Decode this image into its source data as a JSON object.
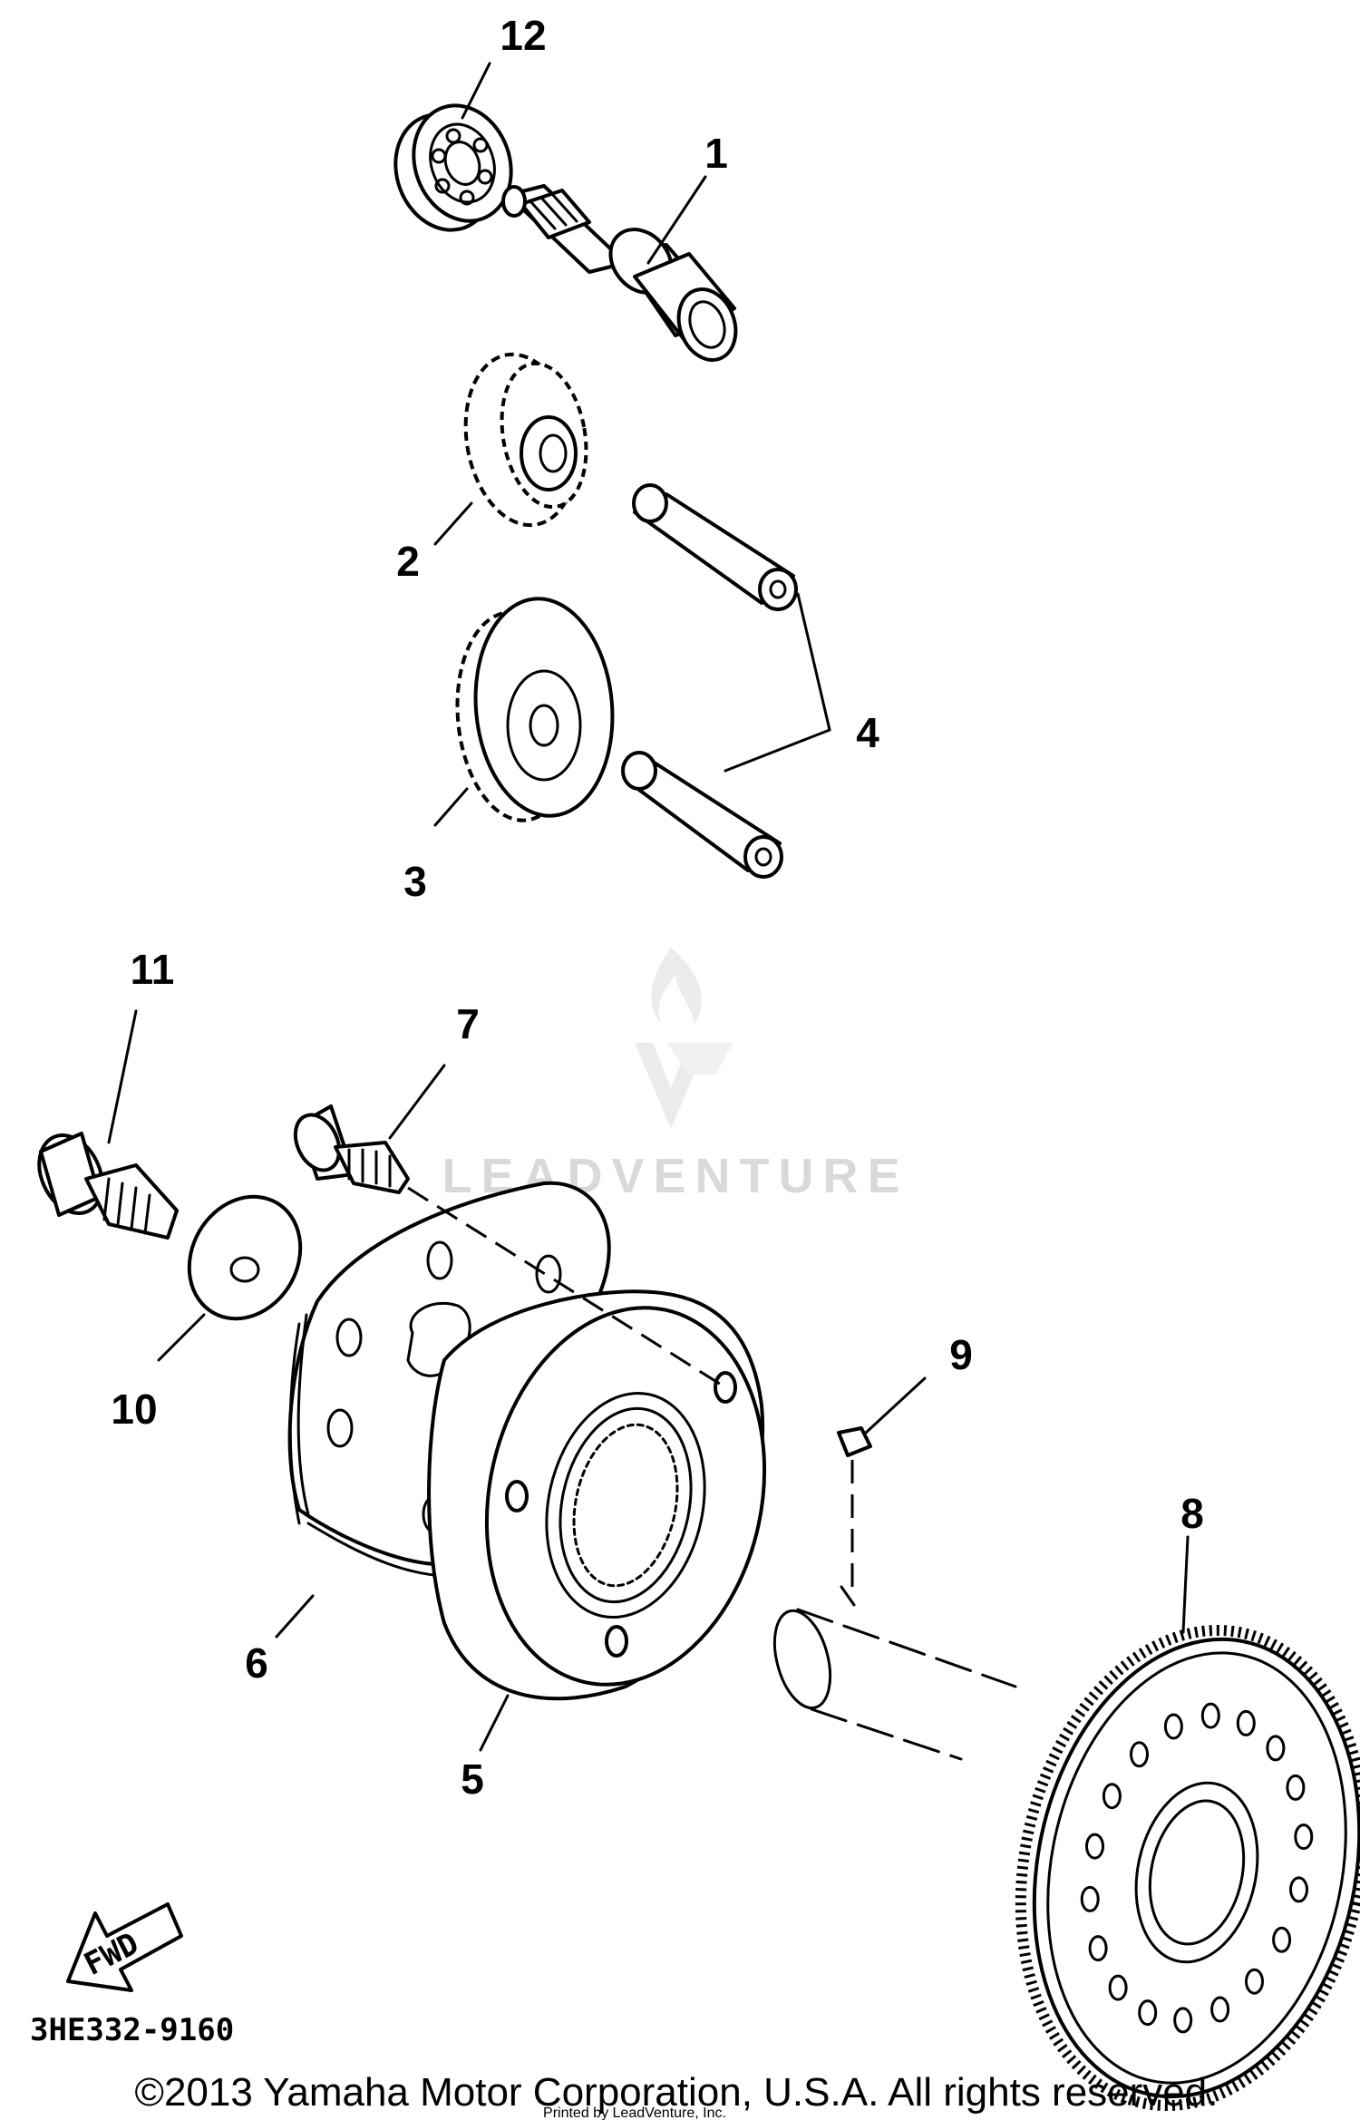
{
  "diagram": {
    "callouts": [
      {
        "id": "1",
        "label": "1"
      },
      {
        "id": "2",
        "label": "2"
      },
      {
        "id": "3",
        "label": "3"
      },
      {
        "id": "4",
        "label": "4"
      },
      {
        "id": "5",
        "label": "5"
      },
      {
        "id": "6",
        "label": "6"
      },
      {
        "id": "7",
        "label": "7"
      },
      {
        "id": "8",
        "label": "8"
      },
      {
        "id": "9",
        "label": "9"
      },
      {
        "id": "10",
        "label": "10"
      },
      {
        "id": "11",
        "label": "11"
      },
      {
        "id": "12",
        "label": "12"
      }
    ],
    "fwd_label": "FWD",
    "diagram_code": "3HE332-9160",
    "watermark": "LEADVENTURE",
    "fine_print": "Printed by LeadVenture, Inc.",
    "copyright": "©2013 Yamaha Motor Corporation, U.S.A. All rights reserved."
  }
}
